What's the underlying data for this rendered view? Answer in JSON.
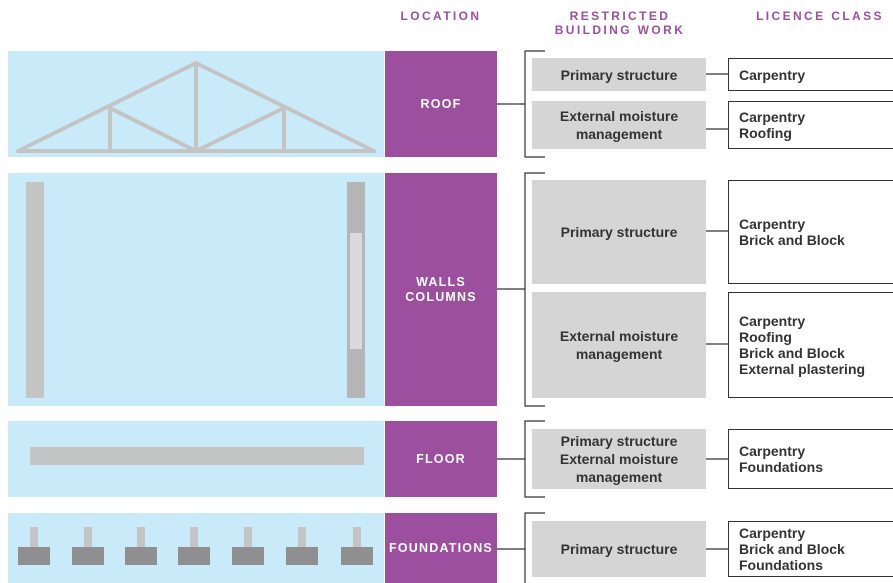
{
  "headers": {
    "location": "LOCATION",
    "restricted_line1": "RESTRICTED",
    "restricted_line2": "BUILDING WORK",
    "licence": "LICENCE CLASS"
  },
  "colors": {
    "accent": "#9b4f9e",
    "band": "#c9eaf8",
    "box": "#d5d5d5",
    "structure": "#c4c4c4"
  },
  "rows": [
    {
      "location": [
        "ROOF"
      ],
      "work": [
        {
          "lines": [
            "Primary structure"
          ],
          "licences": [
            "Carpentry"
          ]
        },
        {
          "lines": [
            "External moisture",
            "management"
          ],
          "licences": [
            "Carpentry",
            "Roofing"
          ]
        }
      ]
    },
    {
      "location": [
        "WALLS",
        "COLUMNS"
      ],
      "work": [
        {
          "lines": [
            "Primary structure"
          ],
          "licences": [
            "Carpentry",
            "Brick and Block"
          ]
        },
        {
          "lines": [
            "External moisture",
            "management"
          ],
          "licences": [
            "Carpentry",
            "Roofing",
            "Brick and Block",
            "External plastering"
          ]
        }
      ]
    },
    {
      "location": [
        "FLOOR"
      ],
      "work": [
        {
          "lines": [
            "Primary structure",
            "External moisture",
            "management"
          ],
          "licences": [
            "Carpentry",
            "Foundations"
          ]
        }
      ]
    },
    {
      "location": [
        "FOUNDATIONS"
      ],
      "work": [
        {
          "lines": [
            "Primary structure"
          ],
          "licences": [
            "Carpentry",
            "Brick and Block",
            "Foundations"
          ]
        }
      ]
    }
  ]
}
